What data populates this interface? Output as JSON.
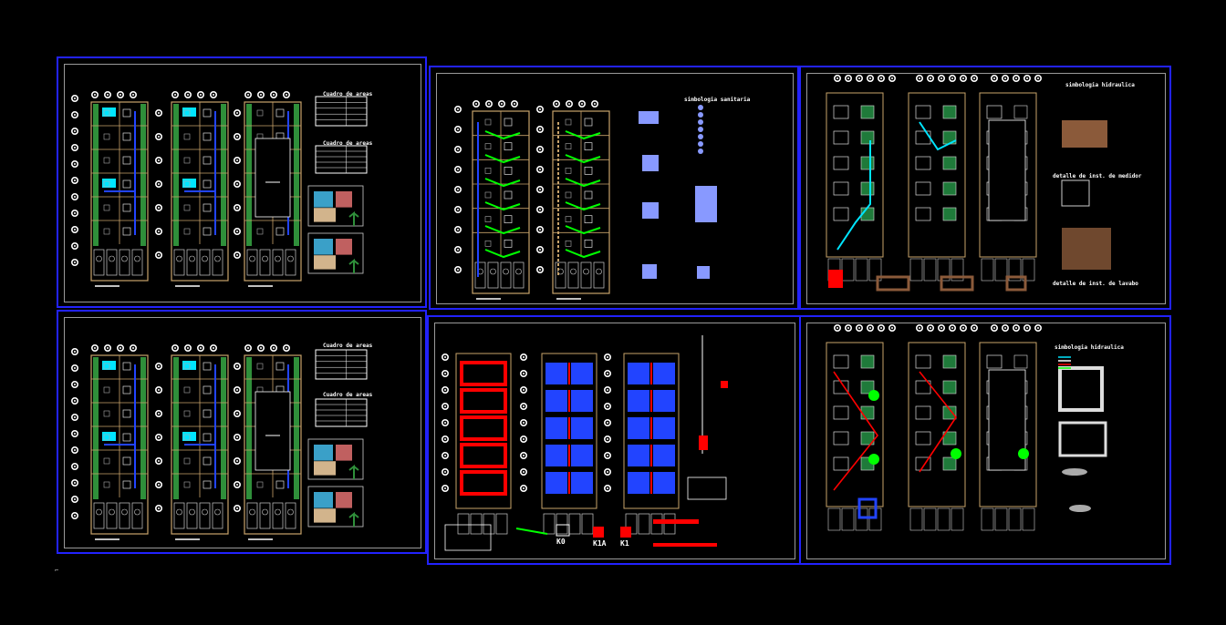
{
  "canvas_background": "#000000",
  "colors": {
    "sheet_border": "#2222ff",
    "inner_border": "#9a9a9a",
    "wall": "#c8a36a",
    "tree": "#ffffff",
    "garden": "#2f8f3a",
    "water": "#00e5ff",
    "pipe_green": "#00ff00",
    "structure_red": "#ff0000",
    "slab_blue": "#2244ff",
    "detail_brown": "#8b5a3a",
    "light_blue": "#8899ff"
  },
  "sheets": [
    {
      "id": "sheet-arch-1",
      "kind": "architecture"
    },
    {
      "id": "sheet-arch-2",
      "kind": "architecture"
    },
    {
      "id": "sheet-sanitary",
      "kind": "sanitary"
    },
    {
      "id": "sheet-structure",
      "kind": "structure"
    },
    {
      "id": "sheet-hydraulic-1",
      "kind": "hydraulic"
    },
    {
      "id": "sheet-hydraulic-2",
      "kind": "hydraulic"
    }
  ],
  "labels": {
    "table_title_1": "Cuadro de areas",
    "table_title_2": "Cuadro de areas",
    "table_title_3": "Cuadro de areas",
    "table_title_4": "Cuadro de areas",
    "sanitary_legend": "simbologia sanitaria",
    "hydraulic_legend_1": "simbologia hidraulica",
    "hydraulic_legend_2": "simbologia hidraulica",
    "detail_medidor": "detalle de inst. de medidor",
    "detail_lavabo": "detalle de inst. de lavabo",
    "k0": "K0",
    "k1a": "K1A",
    "k1": "K1"
  }
}
